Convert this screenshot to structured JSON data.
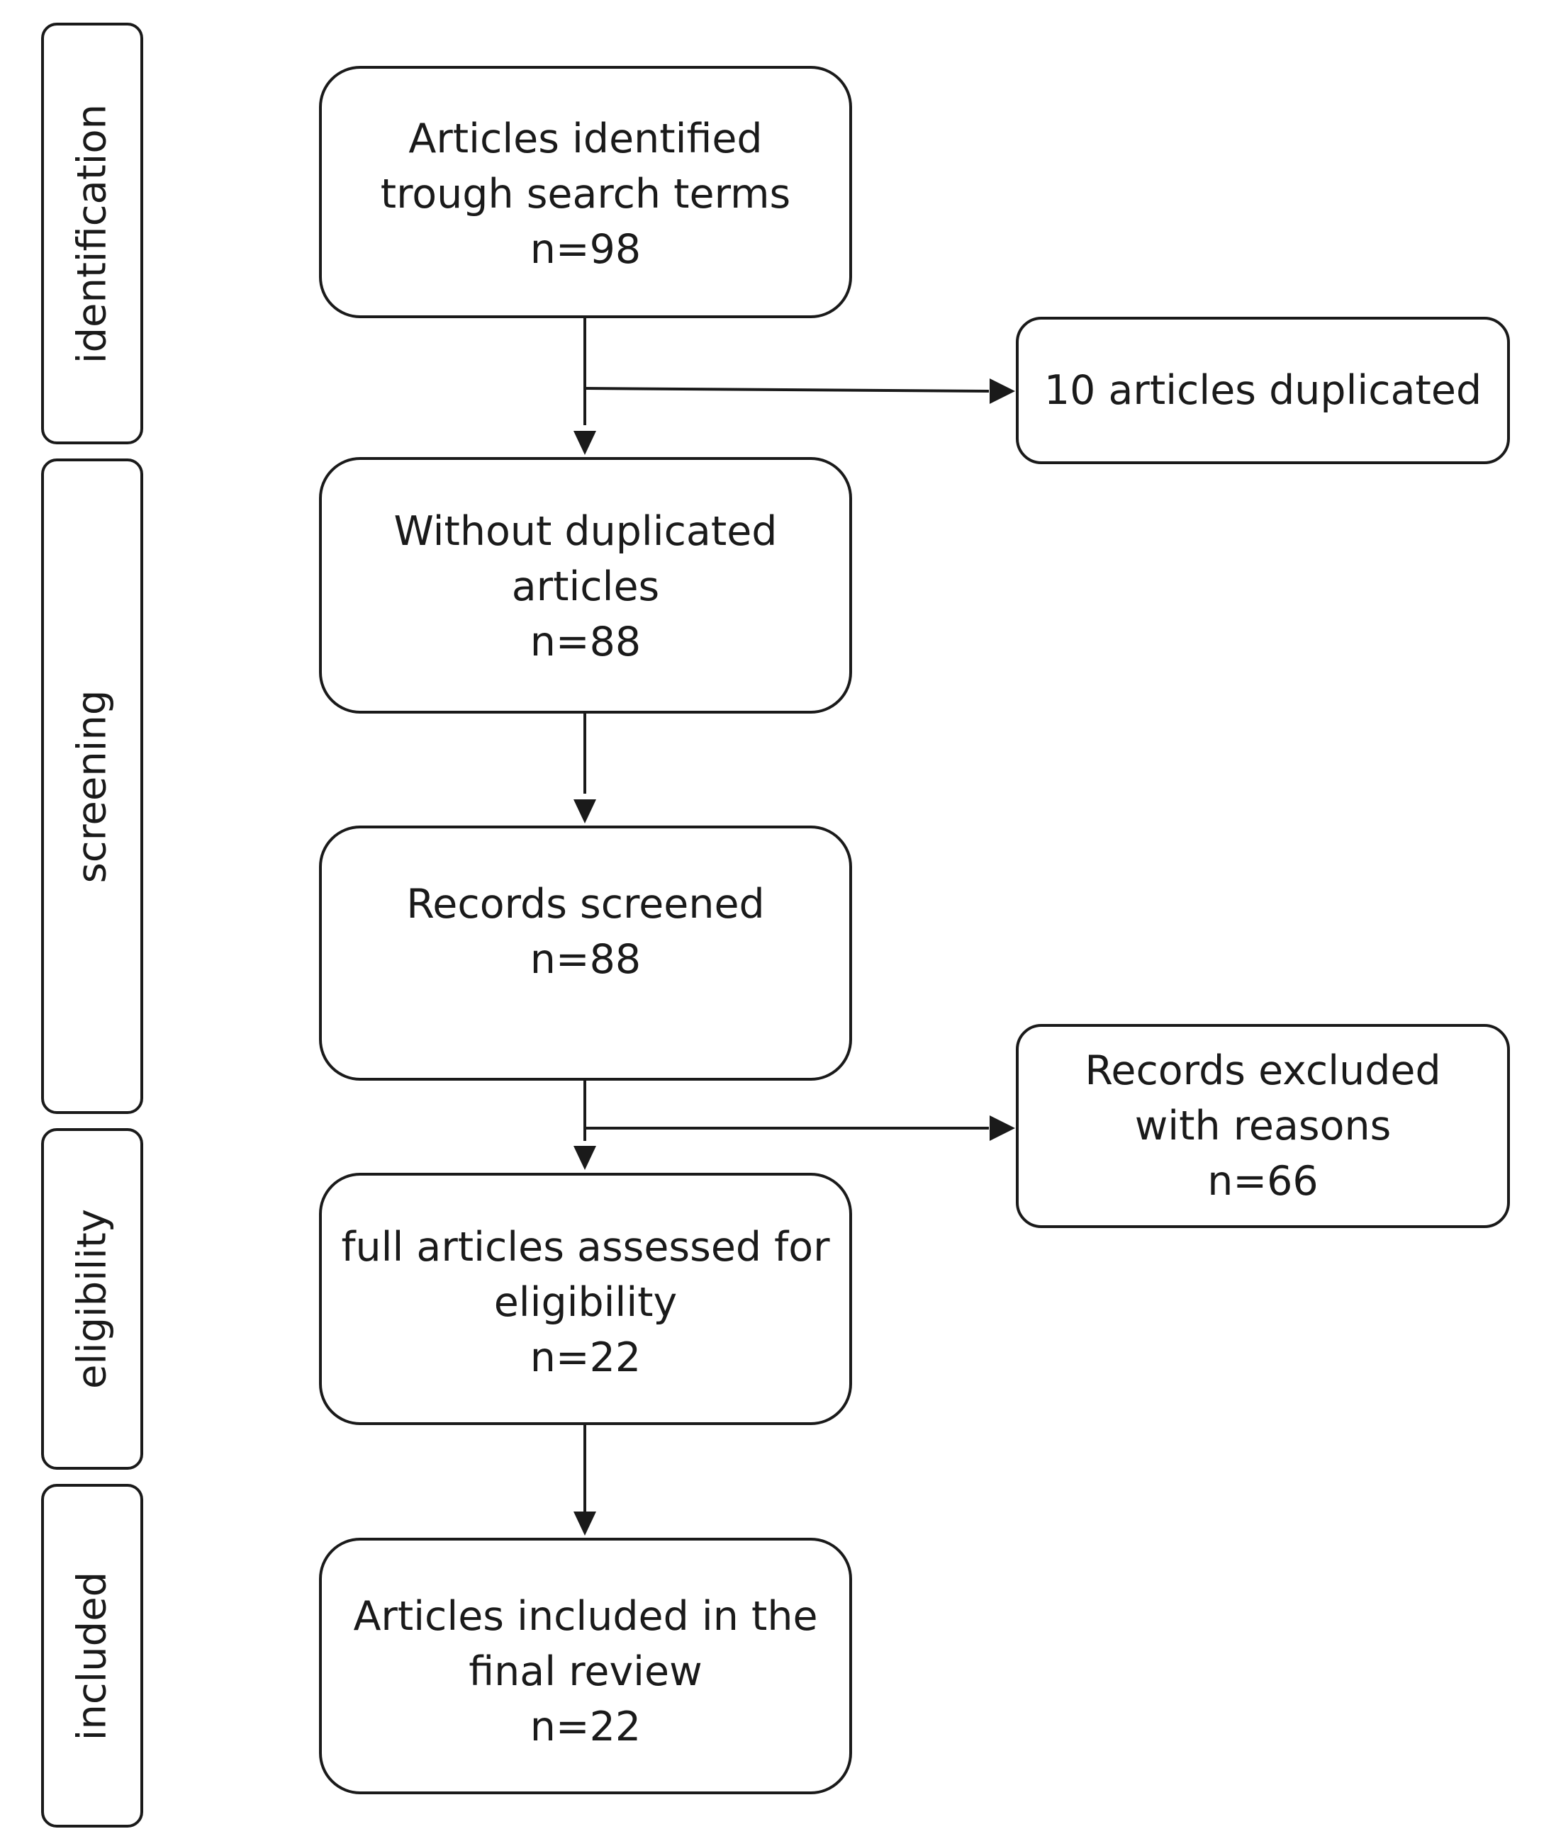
{
  "phases": {
    "identification": "identification",
    "screening": "screening",
    "eligibility": "eligibility",
    "included": "included"
  },
  "boxes": {
    "identified": {
      "line1": "Articles identified",
      "line2": "trough search terms",
      "count": "n=98"
    },
    "duplicates": {
      "text": "10 articles duplicated"
    },
    "without_duplicates": {
      "line1": "Without duplicated",
      "line2": "articles",
      "count": "n=88"
    },
    "screened": {
      "line1": "Records screened",
      "count": "n=88"
    },
    "excluded": {
      "line1": "Records excluded",
      "line2": "with reasons",
      "count": "n=66"
    },
    "assessed": {
      "line1": "full articles assessed for",
      "line2": "eligibility",
      "count": "n=22"
    },
    "included": {
      "line1": "Articles included in the",
      "line2": "final review",
      "count": "n=22"
    }
  },
  "colors": {
    "stroke": "#1a1a1a",
    "background": "#ffffff"
  }
}
